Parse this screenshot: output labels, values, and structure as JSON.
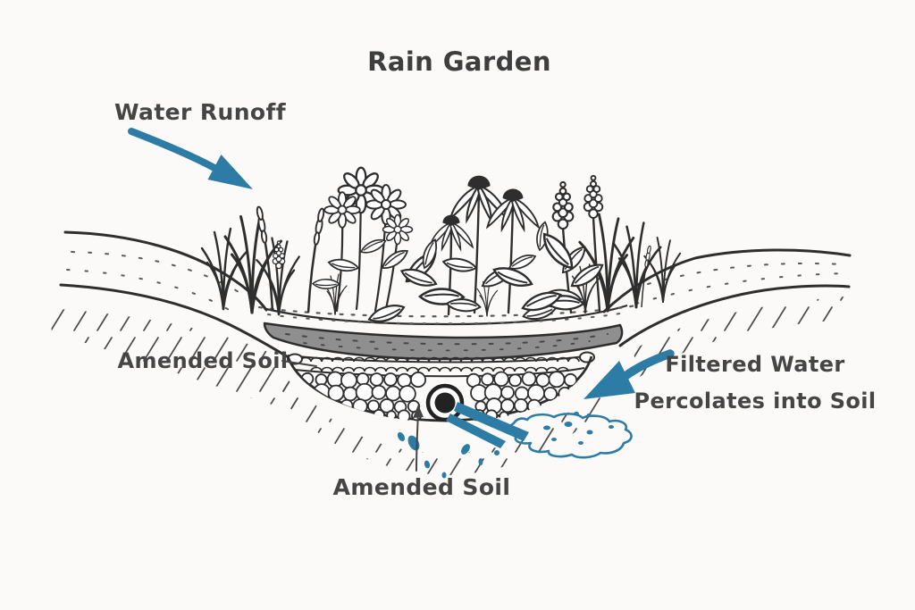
{
  "title": "Rain Garden",
  "labels": {
    "water_runoff": "Water Runoff",
    "amended_soil_left": "Amended Soil",
    "filtered_water_line1": "Filtered Water",
    "filtered_water_line2": "Percolates into Soil",
    "amended_soil_bottom": "Amended Soil"
  },
  "colors": {
    "background": "#fbfaf8",
    "ink": "#2e2e2e",
    "text": "#454545",
    "accent_blue": "#2d7ca6",
    "soil_gray": "#8f8f8f",
    "pipe_dark": "#222222"
  }
}
